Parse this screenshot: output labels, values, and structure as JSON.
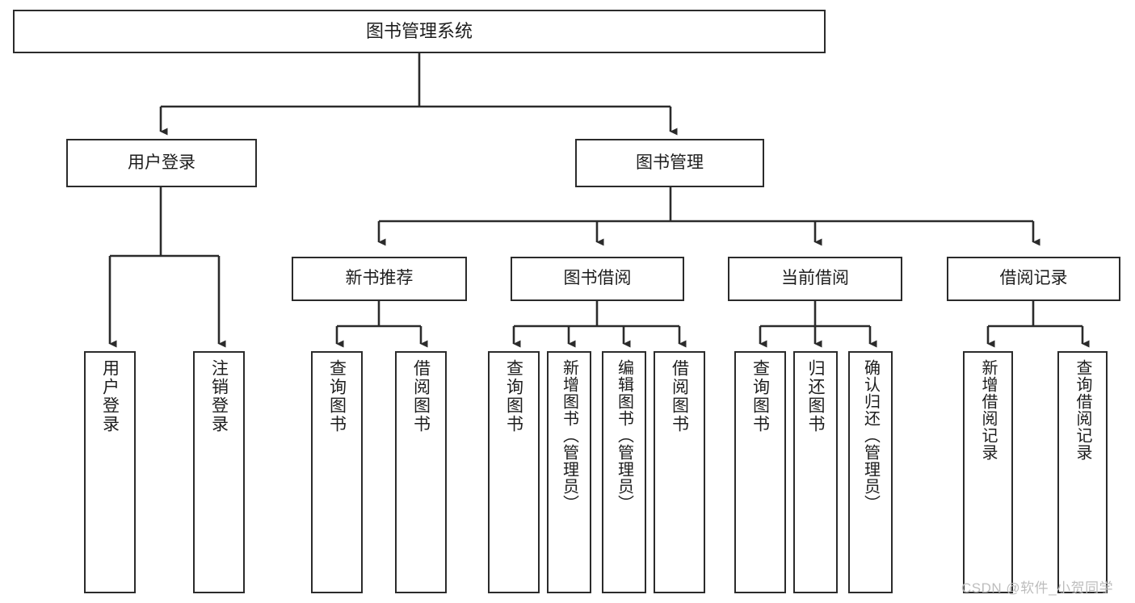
{
  "diagram": {
    "title": "图书管理系统",
    "type": "tree-hierarchy",
    "orientation": "top-down",
    "levels": 4,
    "nodes": {
      "root": {
        "label": "图书管理系统"
      },
      "level2": [
        {
          "id": "user-login",
          "label": "用户登录"
        },
        {
          "id": "book-management",
          "label": "图书管理"
        }
      ],
      "level3": [
        {
          "id": "new-book-recommend",
          "label": "新书推荐"
        },
        {
          "id": "book-borrow",
          "label": "图书借阅"
        },
        {
          "id": "current-borrow",
          "label": "当前借阅"
        },
        {
          "id": "borrow-record",
          "label": "借阅记录"
        }
      ],
      "leaves": {
        "user_login": [
          {
            "id": "leaf-user-login",
            "label": "用户登录"
          },
          {
            "id": "leaf-user-logout",
            "label": "注销登录"
          }
        ],
        "new_book_recommend": [
          {
            "id": "leaf-query-book-1",
            "label": "查询图书"
          },
          {
            "id": "leaf-borrow-book-1",
            "label": "借阅图书"
          }
        ],
        "book_borrow": [
          {
            "id": "leaf-query-book-2",
            "label": "查询图书"
          },
          {
            "id": "leaf-add-book",
            "label": "新增图书（管理员）"
          },
          {
            "id": "leaf-edit-book",
            "label": "编辑图书（管理员）"
          },
          {
            "id": "leaf-borrow-book-2",
            "label": "借阅图书"
          }
        ],
        "current_borrow": [
          {
            "id": "leaf-query-book-3",
            "label": "查询图书"
          },
          {
            "id": "leaf-return-book",
            "label": "归还图书"
          },
          {
            "id": "leaf-confirm-return",
            "label": "确认归还（管理员）"
          }
        ],
        "borrow_record": [
          {
            "id": "leaf-add-record",
            "label": "新增借阅记录"
          },
          {
            "id": "leaf-query-record",
            "label": "查询借阅记录"
          }
        ]
      }
    }
  },
  "watermark": {
    "text": "CSDN @软件_小贺同学"
  },
  "colors": {
    "background": "#ffffff",
    "border": "#2b2b2b",
    "text": "#1d1d1d",
    "edge": "#2b2b2b",
    "watermark": "#bdbdbd"
  }
}
